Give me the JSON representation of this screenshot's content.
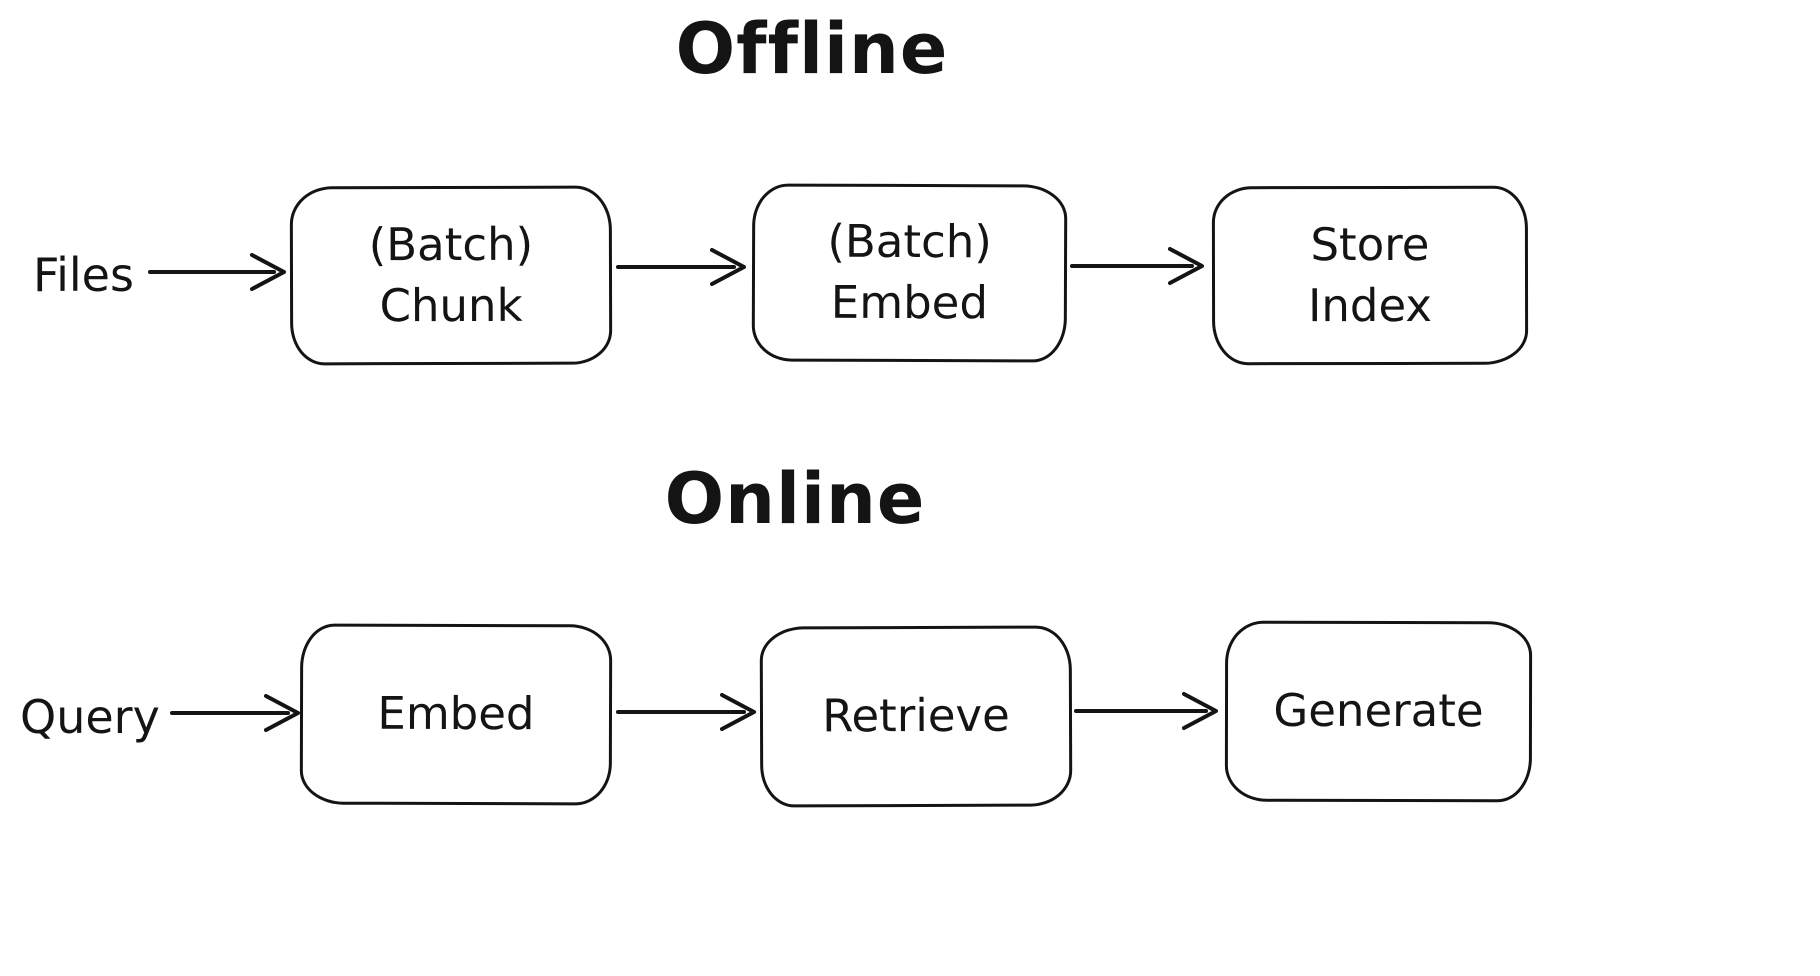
{
  "diagram": {
    "colors": {
      "stroke": "#141414",
      "background": "#ffffff"
    },
    "sections": [
      {
        "title": "Offline",
        "input_label": "Files",
        "nodes": [
          {
            "lines": [
              "(Batch)",
              "Chunk"
            ]
          },
          {
            "lines": [
              "(Batch)",
              "Embed"
            ]
          },
          {
            "lines": [
              "Store",
              "Index"
            ]
          }
        ]
      },
      {
        "title": "Online",
        "input_label": "Query",
        "nodes": [
          {
            "lines": [
              "Embed"
            ]
          },
          {
            "lines": [
              "Retrieve"
            ]
          },
          {
            "lines": [
              "Generate"
            ]
          }
        ]
      }
    ]
  }
}
